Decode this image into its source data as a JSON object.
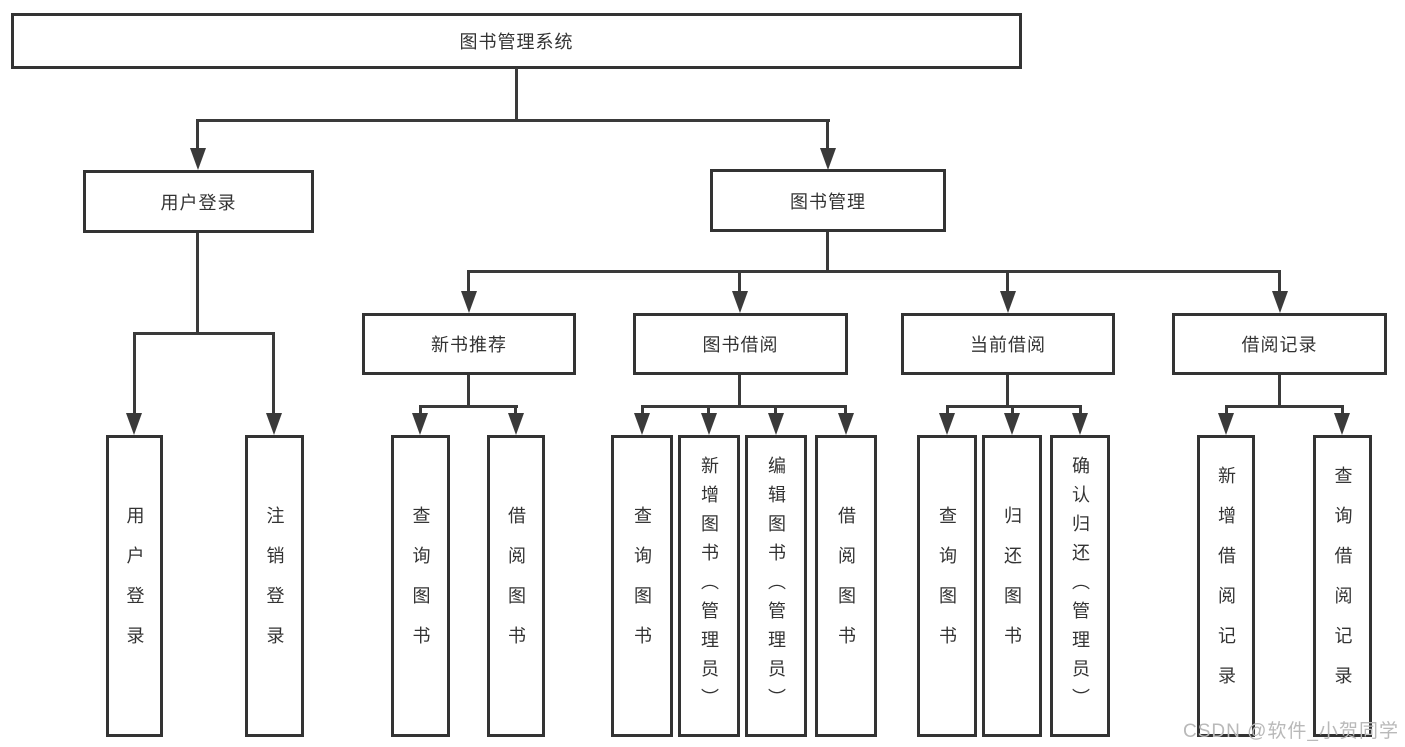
{
  "diagram": {
    "root": "图书管理系统",
    "level2": {
      "user_login": "用户登录",
      "book_management": "图书管理"
    },
    "level3": {
      "new_book_recommend": "新书推荐",
      "book_borrow": "图书借阅",
      "current_borrow": "当前借阅",
      "borrow_records": "借阅记录"
    },
    "leaves": {
      "user_login": [
        "用户登录",
        "注销登录"
      ],
      "new_book_recommend": [
        "查询图书",
        "借阅图书"
      ],
      "book_borrow": [
        "查询图书",
        "新增图书（管理员）",
        "编辑图书（管理员）",
        "借阅图书"
      ],
      "current_borrow": [
        "查询图书",
        "归还图书",
        "确认归还（管理员）"
      ],
      "borrow_records": [
        "新增借阅记录",
        "查询借阅记录"
      ]
    }
  },
  "watermark": "CSDN @软件_小贺同学",
  "colors": {
    "line": "#3a3a3a",
    "box_border": "#333333",
    "text": "#333333",
    "watermark": "#b9b9b9",
    "background": "#ffffff"
  }
}
